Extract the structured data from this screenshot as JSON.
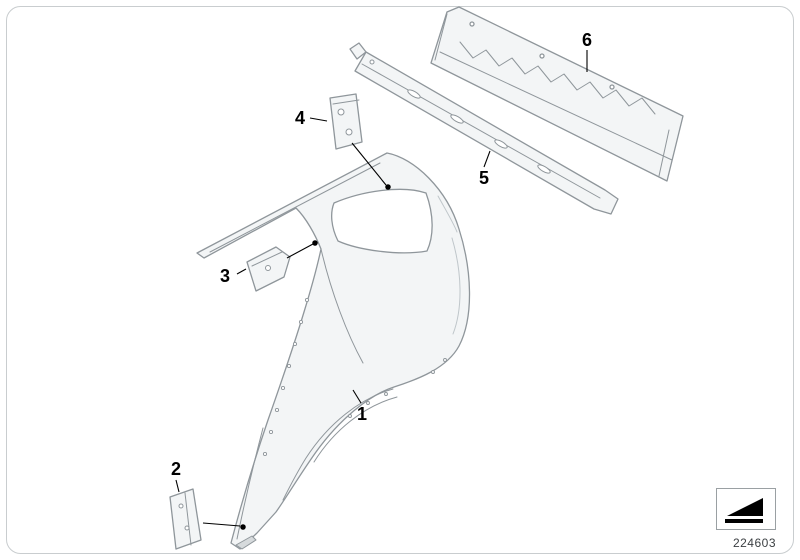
{
  "diagram": {
    "part_number": "224603"
  },
  "callouts": [
    {
      "id": 1,
      "label": "1"
    },
    {
      "id": 2,
      "label": "2"
    },
    {
      "id": 3,
      "label": "3"
    },
    {
      "id": 4,
      "label": "4"
    },
    {
      "id": 5,
      "label": "5"
    },
    {
      "id": 6,
      "label": "6"
    }
  ],
  "icons": {
    "stamp": "wedge-ramp-icon"
  },
  "colors": {
    "drawing_line": "#8f969b",
    "leader_line": "#000000",
    "panel_fill": "#f3f5f6",
    "frame_border": "#c9cdcf"
  }
}
